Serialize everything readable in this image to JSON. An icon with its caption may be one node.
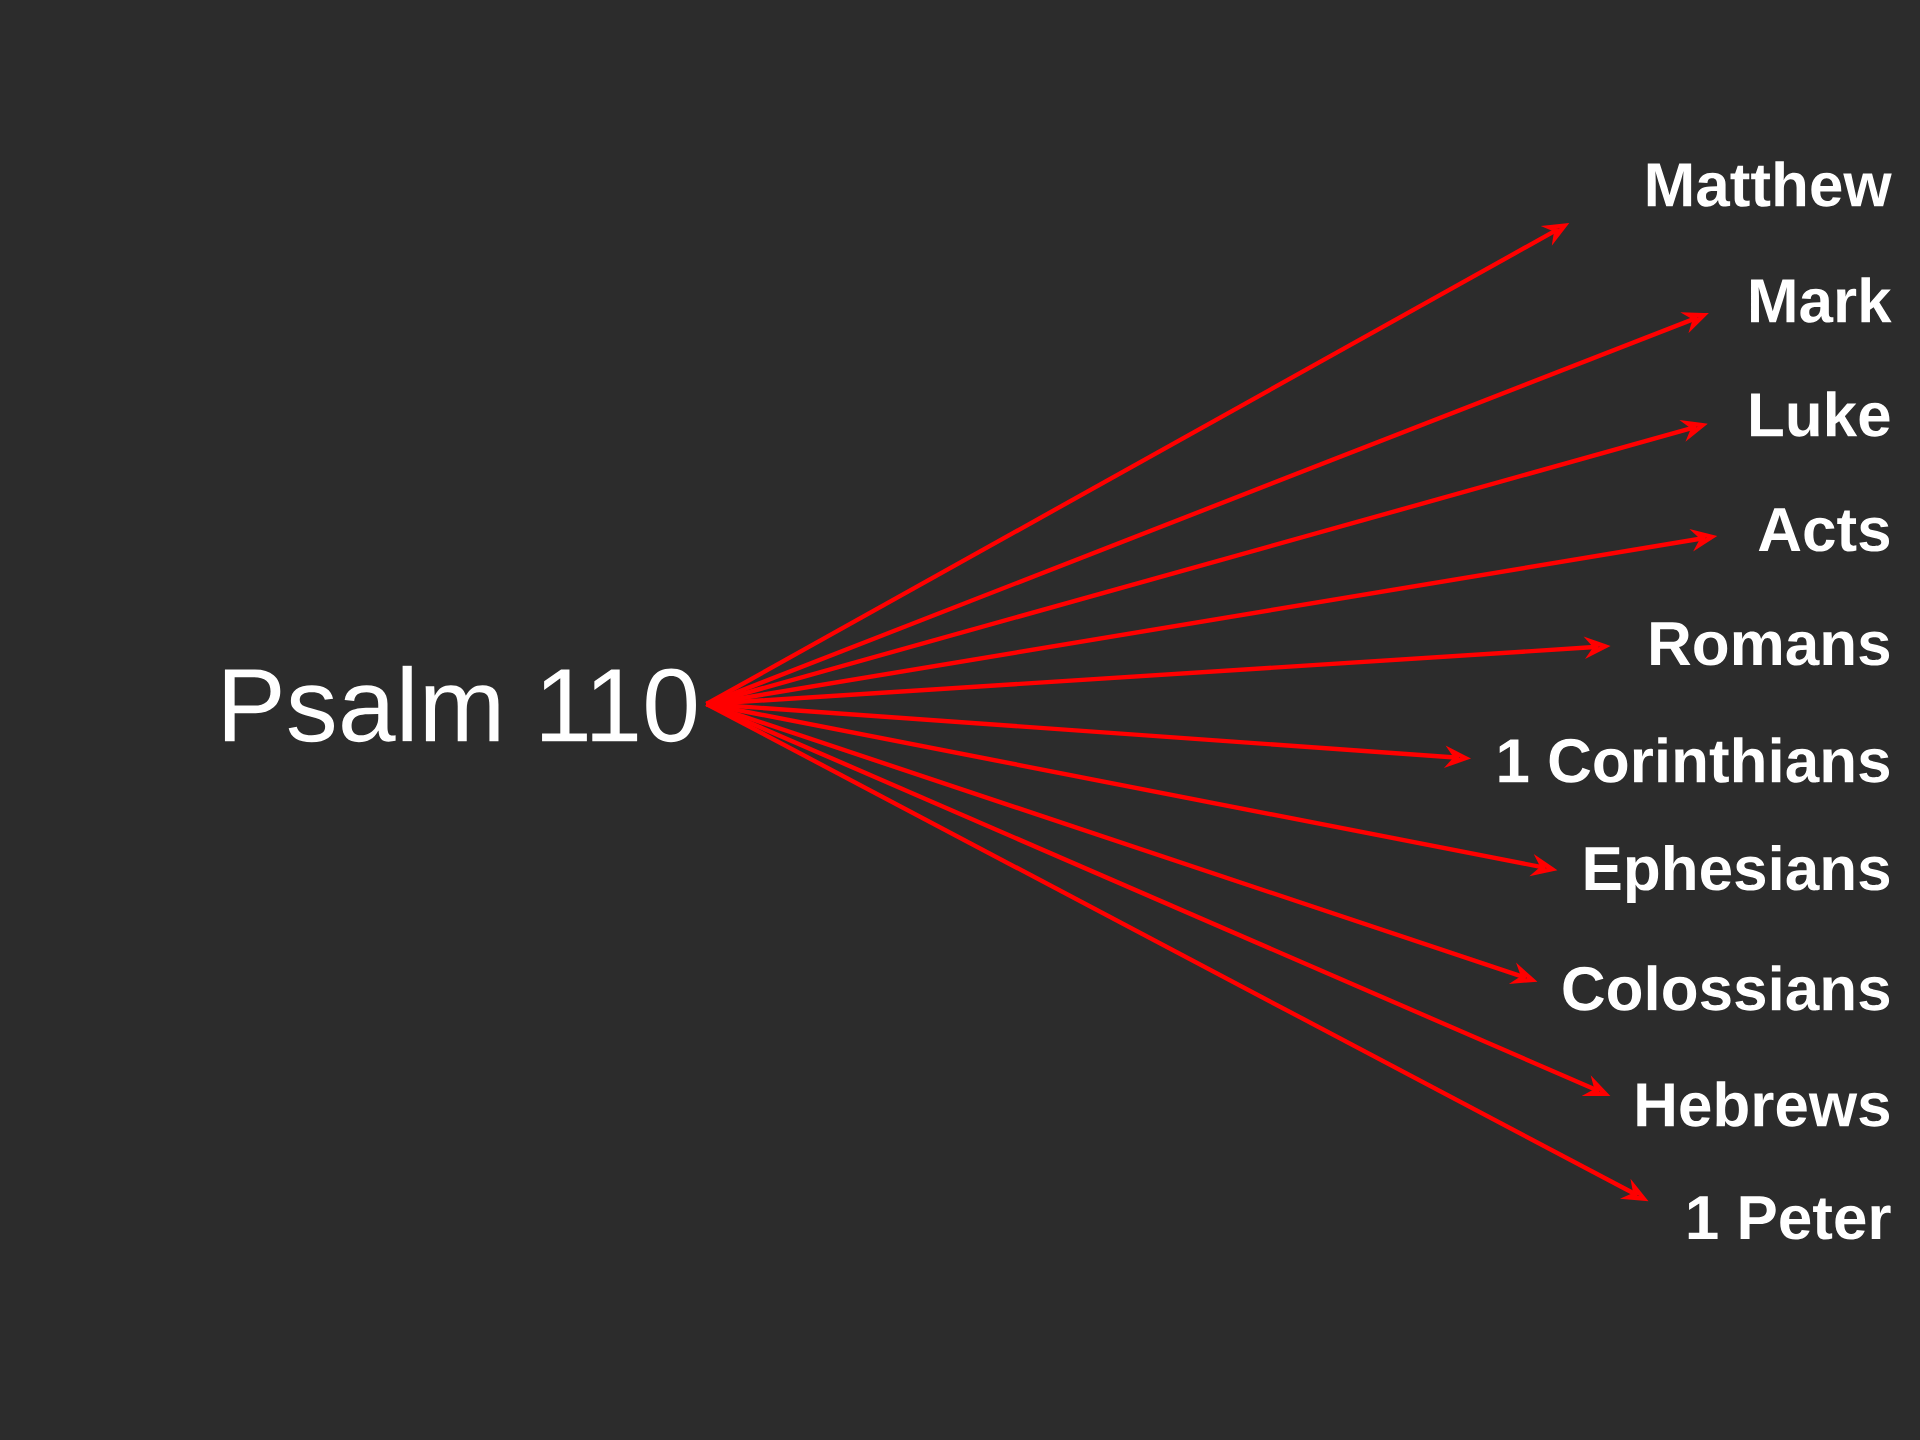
{
  "diagram": {
    "nodes": [
      {
        "text": [
          "Psalm 110"
        ]
      },
      {
        "text": [
          "Matthew"
        ]
      },
      {
        "text": [
          "Mark"
        ]
      },
      {
        "text": [
          "Luke"
        ]
      },
      {
        "text": [
          "Acts"
        ]
      },
      {
        "text": [
          "Romans"
        ]
      },
      {
        "text": [
          "1 Corinthians"
        ]
      },
      {
        "text": [
          "Ephesians"
        ]
      },
      {
        "text": [
          "Colossians"
        ]
      },
      {
        "text": [
          "Hebrews"
        ]
      },
      {
        "text": [
          "1 Peter"
        ]
      }
    ],
    "edges": [
      {
        "from": 0,
        "to": 1,
        "arrow": "to"
      },
      {
        "from": 0,
        "to": 2,
        "arrow": "to"
      },
      {
        "from": 0,
        "to": 3,
        "arrow": "to"
      },
      {
        "from": 0,
        "to": 4,
        "arrow": "to"
      },
      {
        "from": 0,
        "to": 5,
        "arrow": "to"
      },
      {
        "from": 0,
        "to": 6,
        "arrow": "to"
      },
      {
        "from": 0,
        "to": 7,
        "arrow": "to"
      },
      {
        "from": 0,
        "to": 8,
        "arrow": "to"
      },
      {
        "from": 0,
        "to": 9,
        "arrow": "to"
      },
      {
        "from": 0,
        "to": 10,
        "arrow": "to"
      }
    ]
  }
}
